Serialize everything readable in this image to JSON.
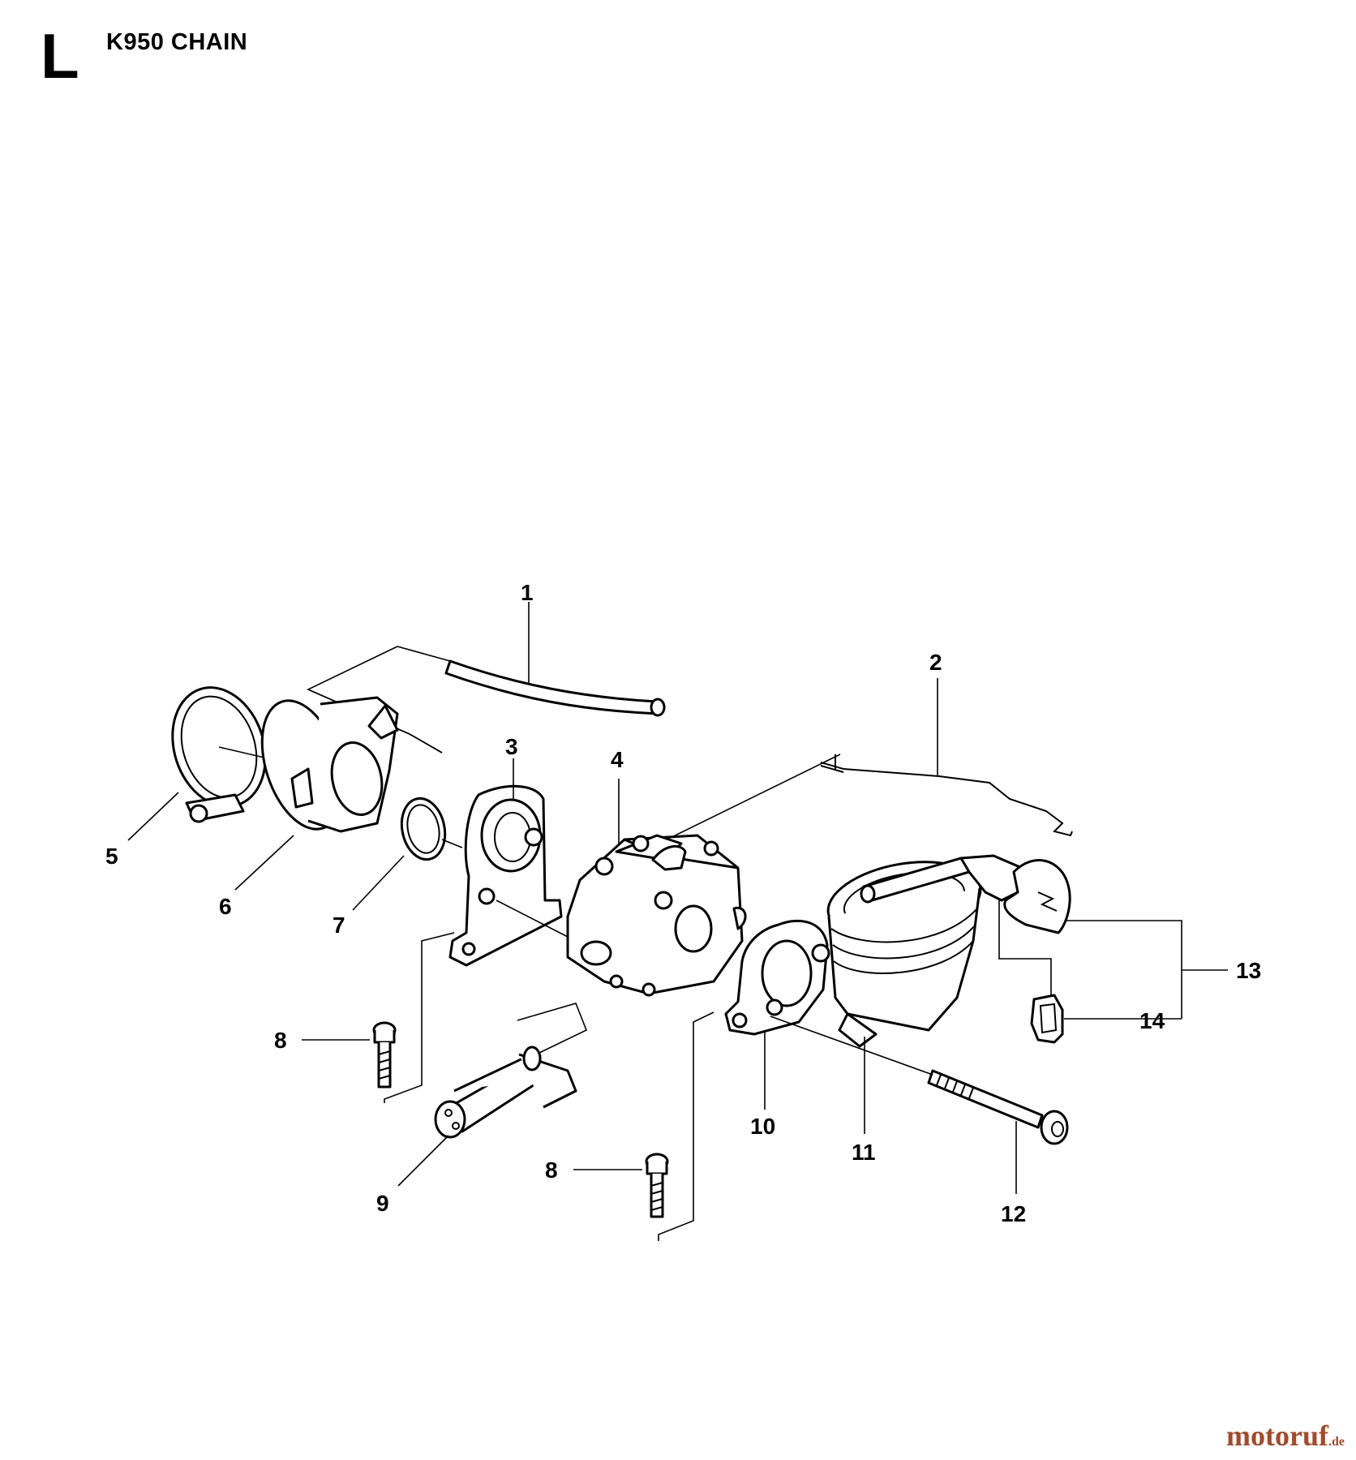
{
  "header": {
    "section_letter": "L",
    "title": "K950 CHAIN"
  },
  "callouts": [
    "1",
    "2",
    "3",
    "4",
    "5",
    "6",
    "7",
    "8",
    "9",
    "10",
    "11",
    "12",
    "13",
    "14",
    "8"
  ],
  "watermark": {
    "main": "motoruf",
    "tld": ".de"
  },
  "colors": {
    "ink": "#000000",
    "watermark": "#a34a2a",
    "background": "#ffffff"
  }
}
